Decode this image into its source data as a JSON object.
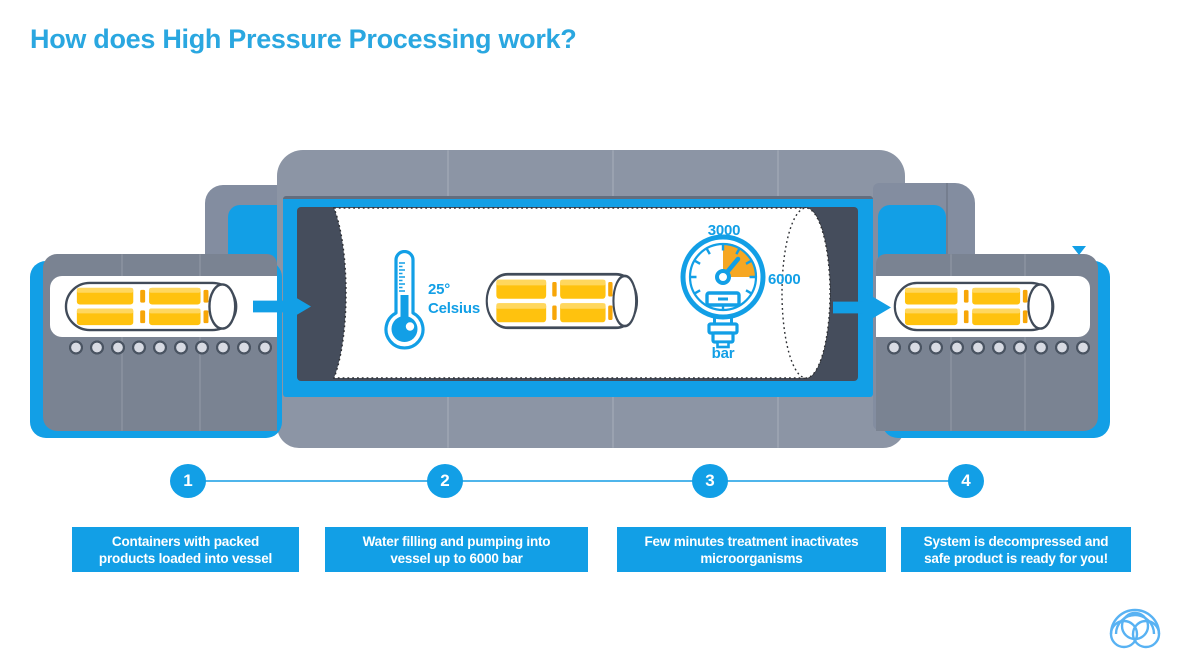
{
  "title": "How does High Pressure Processing work?",
  "colors": {
    "accent": "#129fe6",
    "title_text": "#2aa7e0",
    "casing_gray": "#8c95a5",
    "secondary_gray": "#838da0",
    "conveyor_gray": "#7a8392",
    "dark_interior": "#454d5c",
    "package_yellow": "#ffc20e",
    "package_yellow_light": "#ffd75e",
    "package_cap": "#f7a608",
    "gauge_orange": "#f6a722",
    "roller_fill": "#d8dbe3",
    "roller_stroke": "#4a5462",
    "outline_dark": "#414b59",
    "timeline_line": "#4fb5eb",
    "logo_blue": "#58b2f3"
  },
  "vessel_readouts": {
    "temperature_value": "25°",
    "temperature_unit": "Celsius",
    "pressure_top": "3000",
    "pressure_right": "6000",
    "pressure_unit": "bar"
  },
  "icons": {
    "thermometer": "thermometer",
    "pressure_gauge": "pressure-gauge",
    "flow_arrow": "arrow-right",
    "brand_logo": "overlapping-circles-emblem"
  },
  "steps": [
    {
      "number": "1",
      "line1": "Containers with packed",
      "line2": "products loaded into vessel"
    },
    {
      "number": "2",
      "line1": "Water filling and pumping into",
      "line2": "vessel up to 6000 bar"
    },
    {
      "number": "3",
      "line1": "Few minutes treatment inactivates",
      "line2": "microorganisms"
    },
    {
      "number": "4",
      "line1": "System is decompressed and",
      "line2": "safe product is ready for you!"
    }
  ]
}
